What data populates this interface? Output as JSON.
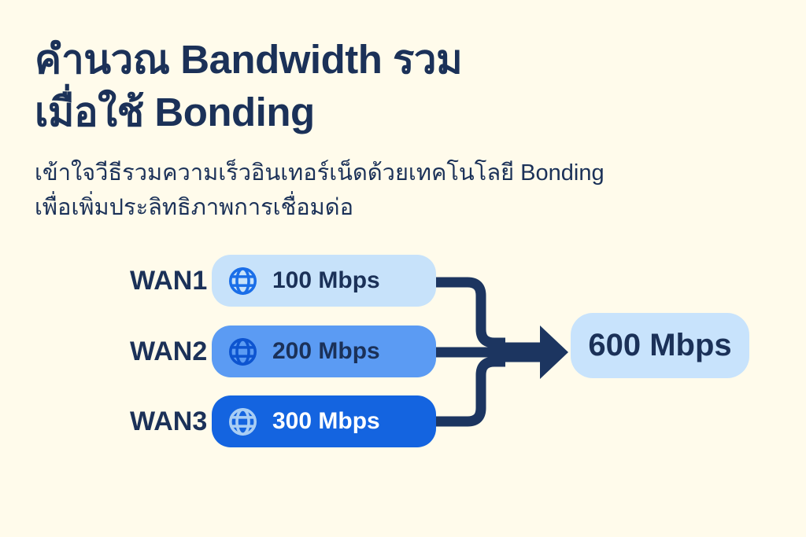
{
  "colors": {
    "background": "#FFFBEB",
    "navy_text": "#1B3158",
    "arrow": "#1C3560"
  },
  "header": {
    "title_line1": "คำนวณ Bandwidth รวม",
    "title_line2": "เมื่อใช้ Bonding",
    "subtitle_line1": "เข้าใจวีธีรวมความเร็วอินเทอร์เน็ดด้วยเทคโนโลยี Bonding",
    "subtitle_line2": "เพื่อเพิ่มประลิทธิภาพการเชื่อมด่อ"
  },
  "diagram": {
    "wan_links": [
      {
        "label": "WAN1",
        "speed": "100 Mbps",
        "icon": "globe-icon",
        "pill_color": "#C7E2FA",
        "icon_color": "#1A6EE8",
        "text_color": "#1B3158"
      },
      {
        "label": "WAN2",
        "speed": "200 Mbps",
        "icon": "globe-icon",
        "pill_color": "#5B9BF3",
        "icon_color": "#0D54D0",
        "text_color": "#1B3158"
      },
      {
        "label": "WAN3",
        "speed": "300 Mbps",
        "icon": "globe-icon",
        "pill_color": "#1464E0",
        "icon_color": "#A9CEF4",
        "text_color": "#FFFFFF"
      }
    ],
    "merge_icon": "merge-arrow-right-icon",
    "total": {
      "speed": "600 Mbps",
      "pill_color": "#C8E3FC",
      "text_color": "#1B3158"
    }
  }
}
